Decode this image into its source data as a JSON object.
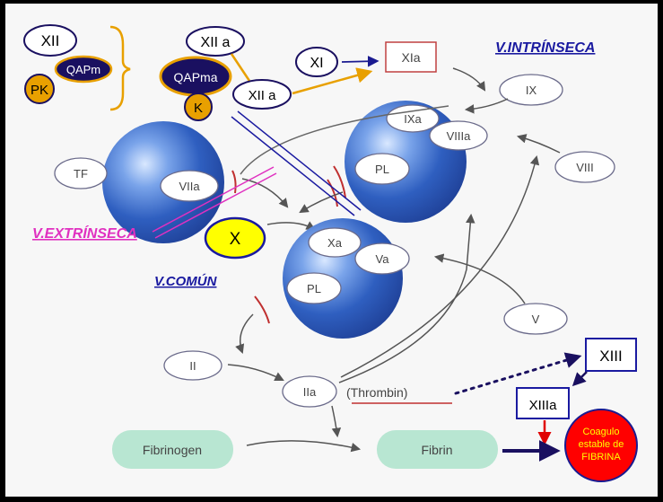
{
  "cascade": {
    "contact": {
      "xii": "XII",
      "qapm": "QAPm",
      "pk": "PK",
      "xiia": "XII a",
      "qapma": "QAPma",
      "k": "K",
      "xiia_small": "XII a"
    },
    "intrinsic": {
      "title": "V.INTRÍNSECA",
      "xi": "XI",
      "xia": "XIa",
      "ix": "IX",
      "ixa": "IXa",
      "viiia": "VIIIa",
      "pl": "PL",
      "viii": "VIII"
    },
    "extrinsic": {
      "title": "V.EXTRÍNSECA",
      "tf": "TF",
      "viia": "VIIa"
    },
    "common": {
      "title": "V.COMÚN",
      "x": "X",
      "xa": "Xa",
      "va": "Va",
      "pl": "PL",
      "v": "V",
      "ii": "II",
      "iia": "IIa",
      "thrombin": "(Thrombin)",
      "fibrinogen": "Fibrinogen",
      "fibrin": "Fibrin"
    },
    "stabilization": {
      "xiii": "XIII",
      "xiiia": "XIIIa",
      "clot_line1": "Coagulo",
      "clot_line2": "estable de",
      "clot_line3": "FIBRINA"
    }
  },
  "colors": {
    "navy": "#1a1060",
    "gold": "#e8a000",
    "blue_sphere": "#2f5fc0",
    "magenta": "#e030c0",
    "yellow": "#ffff00",
    "red": "#ff0000",
    "mint": "#b8e6d2",
    "link_blue": "#1a1aa0"
  }
}
